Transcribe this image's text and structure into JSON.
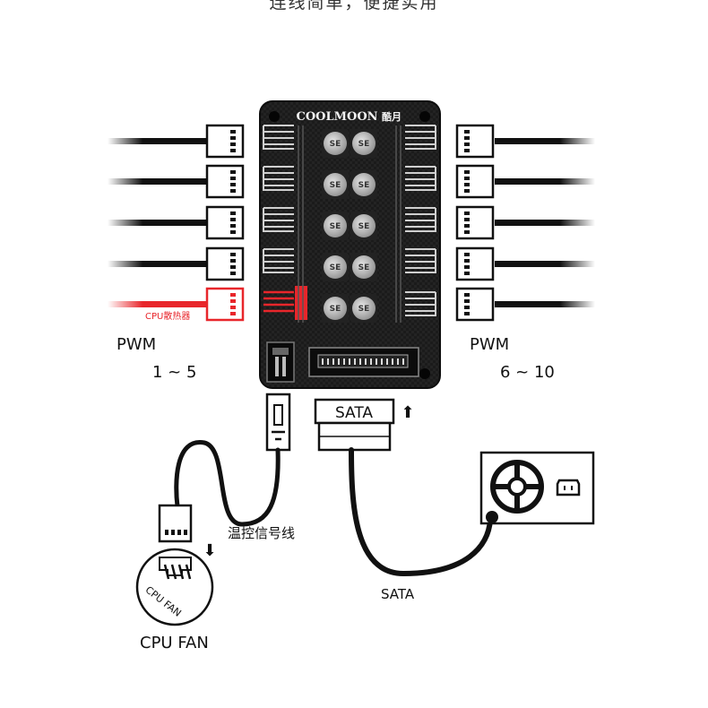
{
  "header": {
    "partial_text": "连线简单，便捷实用"
  },
  "hub": {
    "brand": "COOLMOON",
    "brand_suffix": "酷月",
    "capacitor_mark": "SE"
  },
  "left_group": {
    "label": "PWM",
    "range": "1 ~ 5",
    "highlight_label": "CPU散热器"
  },
  "right_group": {
    "label": "PWM",
    "range": "6 ~ 10"
  },
  "sata_connector": {
    "label": "SATA",
    "arrow": "⬆"
  },
  "signal_cable": {
    "label": "温控信号线"
  },
  "cpu_fan": {
    "header_text": "CPU FAN",
    "label": "CPU FAN",
    "arrow": "⬇"
  },
  "sata_cable": {
    "label": "SATA"
  },
  "colors": {
    "highlight": "#e8262b",
    "board": "#1a1a1a",
    "cable": "#111111"
  }
}
